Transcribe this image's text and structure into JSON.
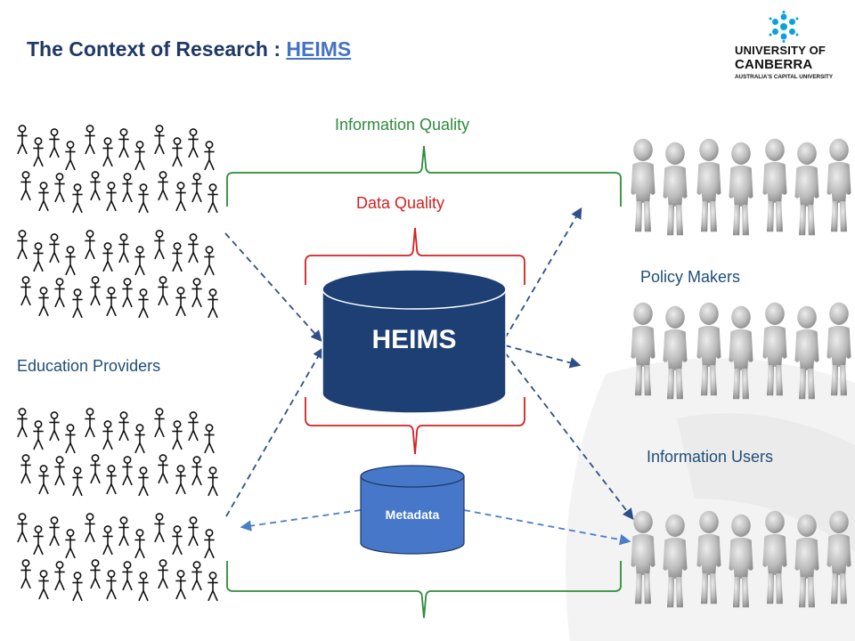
{
  "slide": {
    "title_prefix": "The Context of Research : ",
    "title_link": "HEIMS"
  },
  "logo": {
    "line1": "UNIVERSITY OF",
    "line2": "CANBERRA",
    "tagline": "AUSTRALIA'S CAPITAL UNIVERSITY",
    "icon": "snowflake-icon"
  },
  "labels": {
    "information_quality": "Information Quality",
    "data_quality": "Data Quality",
    "education_providers": "Education Providers",
    "policy_makers": "Policy Makers",
    "information_users": "Information Users"
  },
  "nodes": {
    "heims": "HEIMS",
    "metadata": "Metadata"
  },
  "colors": {
    "green": "#2e8b3a",
    "red": "#d42020",
    "navy": "#1f3864",
    "heims_fill": "#1e3f73",
    "metadata_fill": "#4677c8",
    "arrow_dark": "#2f4f8a",
    "arrow_light": "#4a7fc8"
  },
  "icons": {
    "stick_figure": "stick-figure-icon",
    "person_3d": "3d-person-icon"
  }
}
